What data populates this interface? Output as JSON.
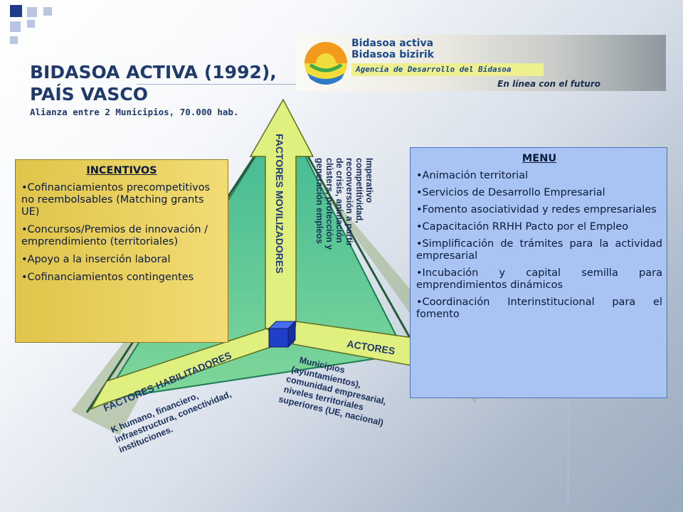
{
  "header": {
    "title_line1": "BIDASOA ACTIVA (1992),",
    "title_line2": "PAÍS VASCO",
    "subtitle": "Alianza entre 2 Municipios, 70.000 hab."
  },
  "logo": {
    "name_line1": "Bidasoa activa",
    "name_line2": "Bidasoa bizirik",
    "agency": "Agencia de Desarrollo del Bidasoa",
    "tagline": "En línea con el futuro"
  },
  "incentivos": {
    "heading": "INCENTIVOS",
    "items": [
      "•Cofinanciamientos precompetitivos no reembolsables (Matching grants UE)",
      "•Concursos/Premios de innovación / emprendimiento (territoriales)",
      "•Apoyo a la inserción laboral",
      "•Cofinanciamientos contingentes"
    ]
  },
  "menu": {
    "heading": "MENU",
    "items": [
      "•Animación territorial",
      "•Servicios de Desarrollo Empresarial",
      "•Fomento asociatividad y redes empresariales",
      "•Capacitación RRHH Pacto por el Empleo",
      "•Simplificación de trámites para la actividad empresarial",
      "•Incubación y capital semilla para emprendimientos dinámicos",
      "•Coordinación Interinstitucional para el fomento"
    ]
  },
  "diagram": {
    "axis_vertical": "FACTORES MOVILIZADORES",
    "axis_left": "FACTORES HABILITADORES",
    "axis_right": "ACTORES",
    "vertical_note": [
      "Imperativo",
      "competitividad,",
      "reconversión a partir",
      "de crisis, animación",
      "clústers, protección y",
      "generación empleos"
    ],
    "left_note": [
      "K humano, financiero,",
      "infraestructura, conectividad,",
      "instituciones."
    ],
    "right_note": [
      "Municipios",
      "(ayuntamientos),",
      "comunidad empresarial,",
      "niveles territoriales",
      "superiores (UE, nacional)"
    ]
  },
  "colors": {
    "title": "#1f3a6b",
    "arrow_fill": "#dff07e",
    "pyramid_fill": "#5fc79a",
    "cube": "#1f3fc8",
    "incentivos_bg": "#ecd35f",
    "menu_bg": "#a9c3f2"
  }
}
